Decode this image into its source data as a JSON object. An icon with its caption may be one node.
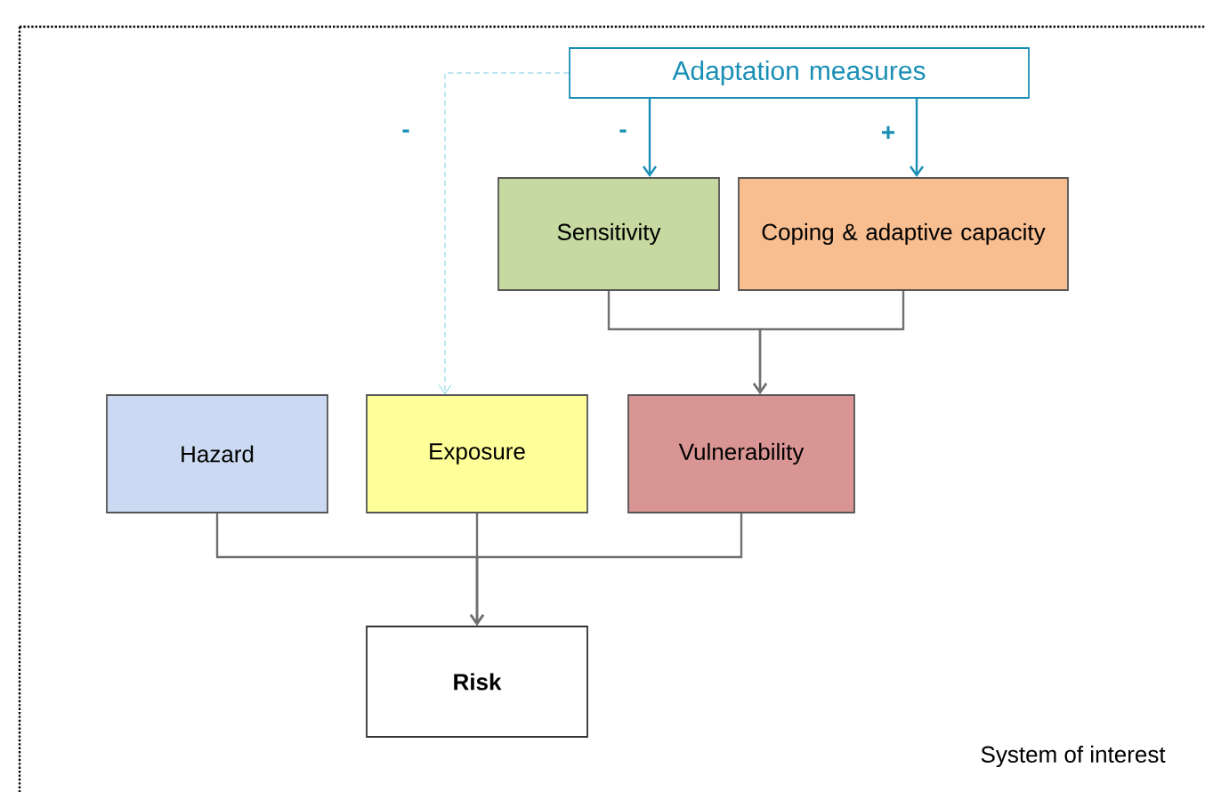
{
  "diagram": {
    "nodes": [
      {
        "text": [
          "Adaptation measures"
        ]
      },
      {
        "text": [
          "Sensitivity"
        ]
      },
      {
        "text": [
          "Coping & adaptive capacity"
        ]
      },
      {
        "text": [
          "Hazard"
        ]
      },
      {
        "text": [
          "Exposure"
        ]
      },
      {
        "text": [
          "Vulnerability"
        ]
      },
      {
        "text": [
          "Risk"
        ]
      }
    ],
    "edges": [
      {
        "from": 0,
        "to": 4,
        "arrow": "to",
        "label": "-",
        "style": "dashed",
        "color": "#5bc0de"
      },
      {
        "from": 0,
        "to": 1,
        "arrow": "to",
        "label": "-",
        "color": "#1a8fb5"
      },
      {
        "from": 0,
        "to": 2,
        "arrow": "to",
        "label": "+",
        "color": "#1a8fb5"
      },
      {
        "from": 1,
        "to": 5,
        "arrow": "to"
      },
      {
        "from": 2,
        "to": 5,
        "arrow": "to"
      },
      {
        "from": 3,
        "to": 6,
        "arrow": "to"
      },
      {
        "from": 4,
        "to": 6,
        "arrow": "to"
      },
      {
        "from": 5,
        "to": 6,
        "arrow": "to"
      }
    ],
    "labels": [
      "System of interest"
    ]
  }
}
